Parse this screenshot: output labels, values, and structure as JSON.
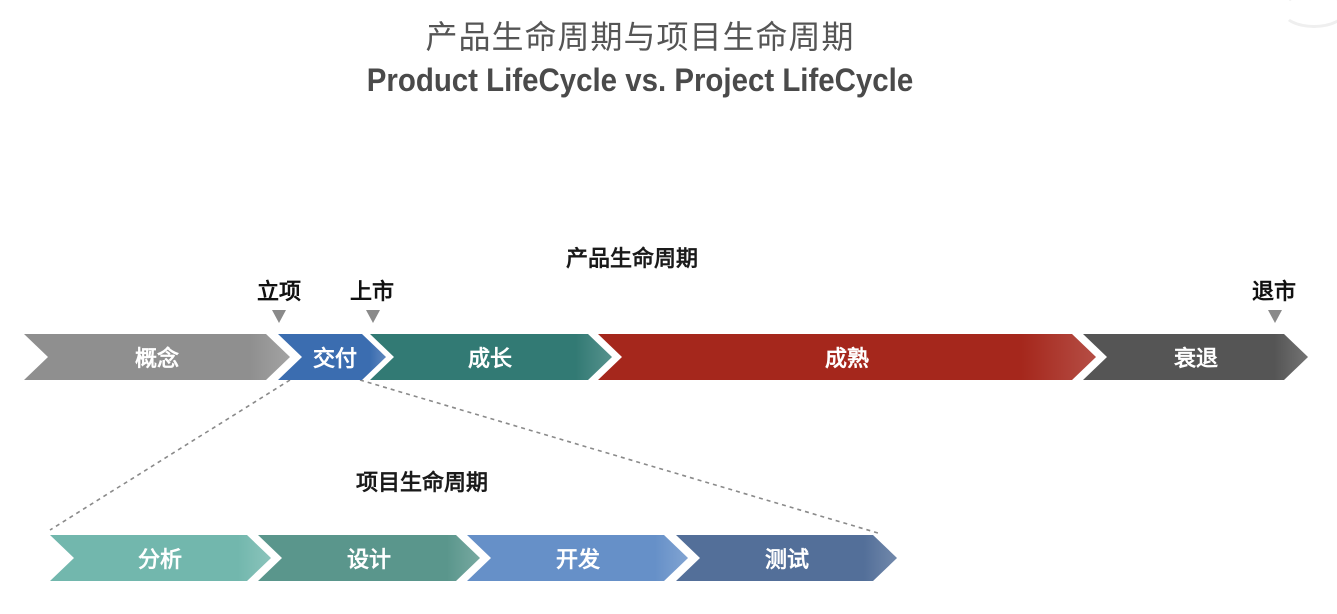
{
  "header": {
    "title_cn": "产品生命周期与项目生命周期",
    "title_en": "Product LifeCycle vs. Project LifeCycle"
  },
  "product_lifecycle": {
    "label": "产品生命周期",
    "stages": [
      {
        "label": "概念",
        "color": "#8f8f8f"
      },
      {
        "label": "交付",
        "color": "#3b6db0"
      },
      {
        "label": "成长",
        "color": "#327a74"
      },
      {
        "label": "成熟",
        "color": "#a5271c"
      },
      {
        "label": "衰退",
        "color": "#555555"
      }
    ],
    "milestones": [
      {
        "label": "立项"
      },
      {
        "label": "上市"
      },
      {
        "label": "退市"
      }
    ]
  },
  "project_lifecycle": {
    "label": "项目生命周期",
    "stages": [
      {
        "label": "分析",
        "color": "#72b7ad"
      },
      {
        "label": "设计",
        "color": "#5a968c"
      },
      {
        "label": "开发",
        "color": "#6690c8"
      },
      {
        "label": "测试",
        "color": "#536f99"
      }
    ]
  }
}
